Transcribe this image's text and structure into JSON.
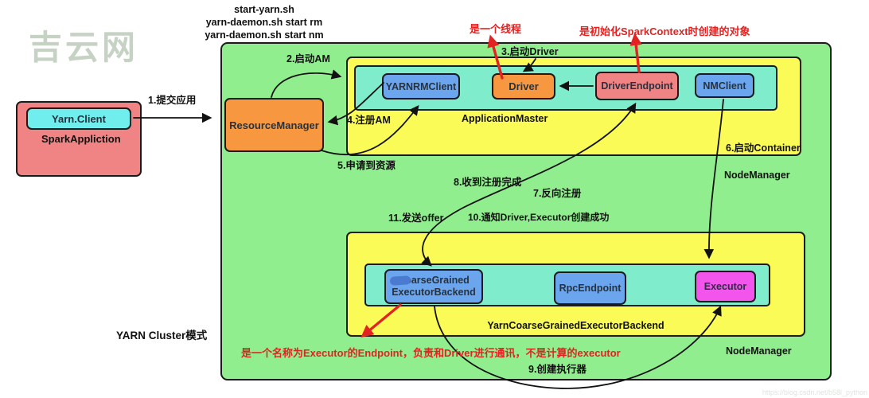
{
  "watermarks": {
    "site": "吉云网",
    "url": "https://blog.csdn.net/b58l_python"
  },
  "scripts": [
    "start-yarn.sh",
    "yarn-daemon.sh start rm",
    "yarn-daemon.sh start nm"
  ],
  "client": {
    "app": "SparkAppliction",
    "client_box": "Yarn.Client"
  },
  "cluster": {
    "resource_manager": "ResourceManager",
    "application_master": {
      "label": "ApplicationMaster",
      "yarn_rm_client": "YARNRMClient",
      "driver": "Driver",
      "driver_endpoint": "DriverEndpoint",
      "nm_client": "NMClient"
    },
    "node_manager_top": "NodeManager",
    "node_manager_bottom": "NodeManager",
    "backend": {
      "container": "YarnCoarseGrainedExecutorBackend",
      "cgeb_line1": "CoarseGrained",
      "cgeb_line2": "ExecutorBackend",
      "rpc": "RpcEndpoint",
      "executor": "Executor"
    }
  },
  "steps": {
    "s1": "1.提交应用",
    "s2": "2.启动AM",
    "s3": "3.启动Driver",
    "s4": "4.注册AM",
    "s5": "5.申请到资源",
    "s6": "6.启动Container",
    "s7": "7.反向注册",
    "s8": "8.收到注册完成",
    "s9": "9.创建执行器",
    "s10": "10.通知Driver,Executor创建成功",
    "s11": "11.发送offer"
  },
  "annotations": {
    "thread": "是一个线程",
    "sparkcontext": "是初始化SparkContext时创建的对象",
    "endpoint": "是一个名称为Executor的Endpoint，负责和Driver进行通讯，不是计算的executor"
  },
  "mode": "YARN Cluster模式",
  "colors": {
    "green": "#90ee8e",
    "yellow": "#fbfb57",
    "aqua": "#7fedcb",
    "blue": "#6ba5ee",
    "orange": "#f79840",
    "pink": "#f08383",
    "cyan": "#70eded",
    "magenta": "#f155ec",
    "red": "#e32222"
  }
}
